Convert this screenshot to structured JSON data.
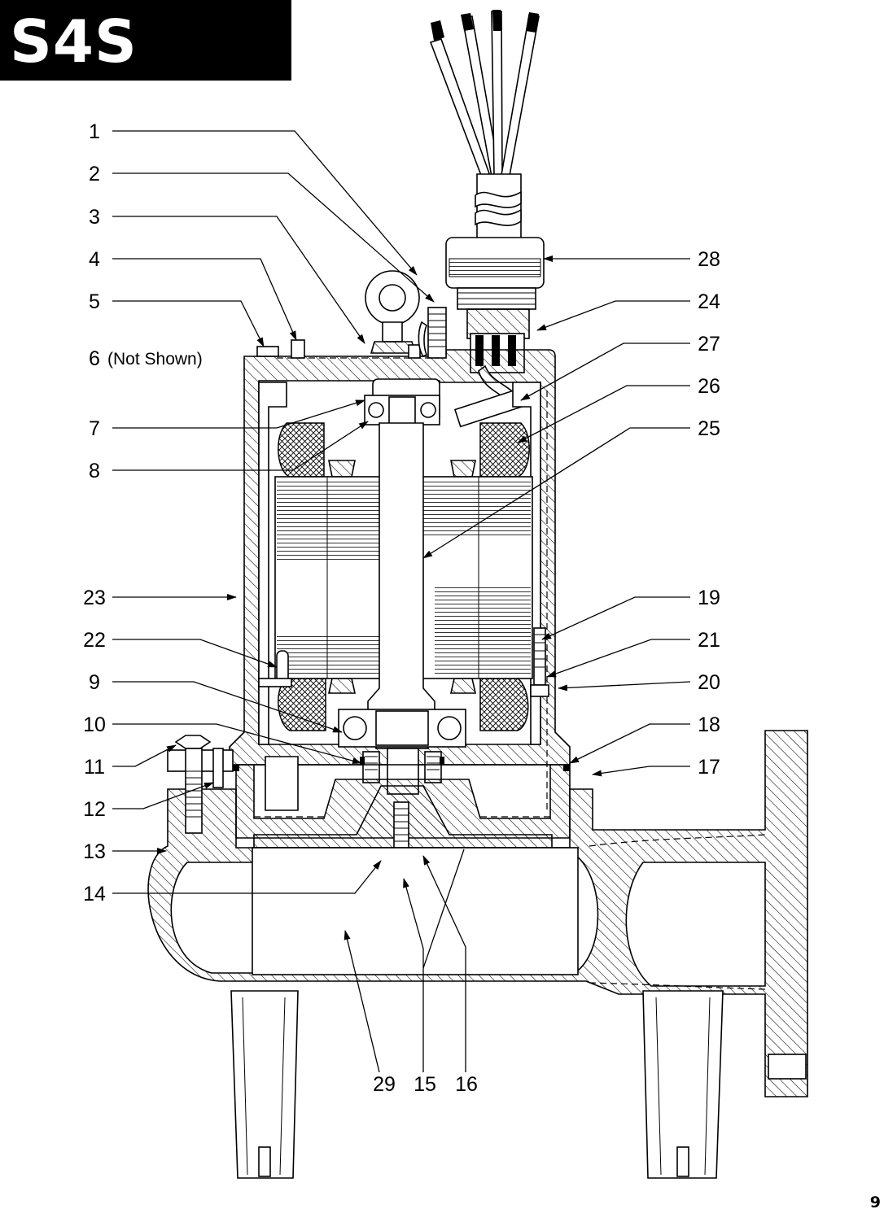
{
  "title": "S4S",
  "page_number": "9",
  "not_shown_note": "(Not Shown)",
  "callouts": {
    "c1": "1",
    "c2": "2",
    "c3": "3",
    "c4": "4",
    "c5": "5",
    "c6": "6",
    "c7": "7",
    "c8": "8",
    "c9": "9",
    "c10": "10",
    "c11": "11",
    "c12": "12",
    "c13": "13",
    "c14": "14",
    "c15": "15",
    "c16": "16",
    "c17": "17",
    "c18": "18",
    "c19": "19",
    "c20": "20",
    "c21": "21",
    "c22": "22",
    "c23": "23",
    "c24": "24",
    "c25": "25",
    "c26": "26",
    "c27": "27",
    "c28": "28",
    "c29": "29"
  }
}
